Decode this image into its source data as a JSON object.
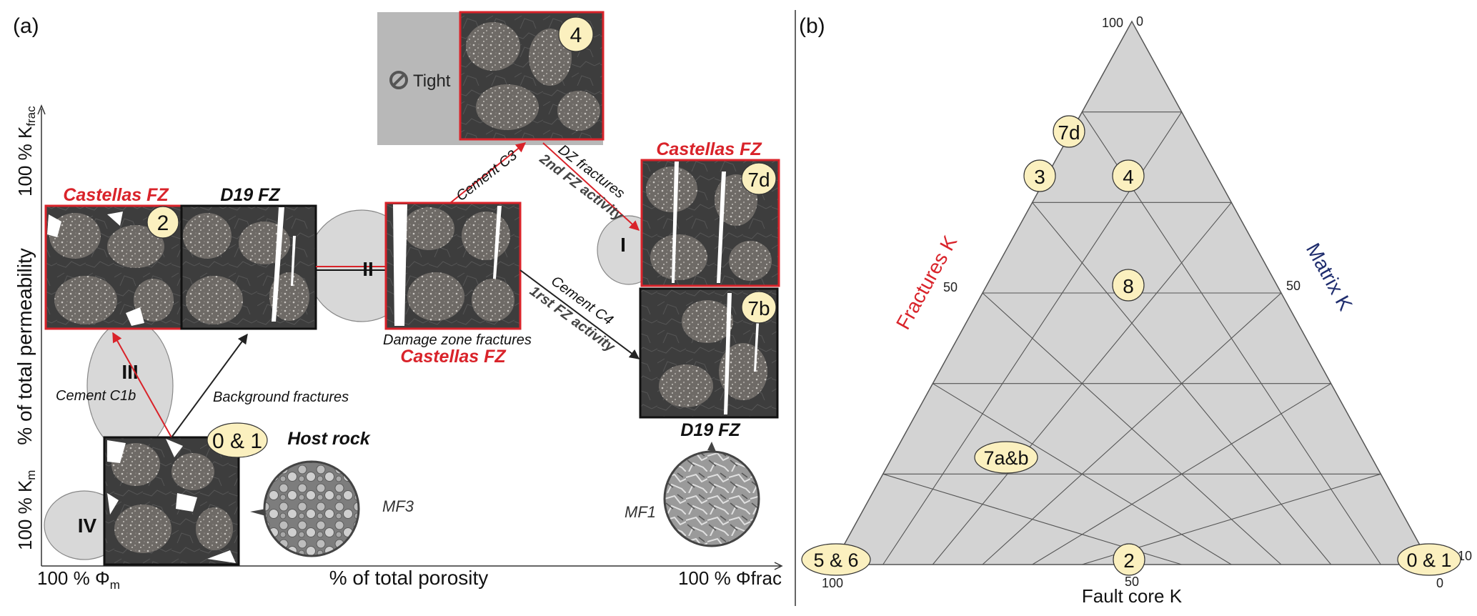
{
  "panel_a": {
    "label": "(a)",
    "axes": {
      "y_title": "% of total permeability",
      "y_top": "100 % K",
      "y_top_sub": "frac",
      "y_bottom": "100 % K",
      "y_bottom_sub": "m",
      "x_title": "% of total porosity",
      "x_left": "100 % Φ",
      "x_left_sub": "m",
      "x_right": "100 % Φfrac"
    },
    "regions": {
      "I": "I",
      "II": "II",
      "III": "III",
      "IV": "IV"
    },
    "tight_label": "Tight",
    "samples": {
      "s01": "0 & 1",
      "s2": "2",
      "s4": "4",
      "s7d": "7d",
      "s7b": "7b"
    },
    "titles": {
      "castellas_2": "Castellas FZ",
      "d19_top": "D19 FZ",
      "castellas_mid": "Castellas FZ",
      "castellas_7d": "Castellas FZ",
      "d19_7b": "D19 FZ",
      "host_rock": "Host rock"
    },
    "annotations": {
      "cement_c1b": "Cement C1b",
      "background_fractures": "Background fractures",
      "damage_zone_fractures": "Damage zone fractures",
      "cement_c3": "Cement C3",
      "dz_fractures": "DZ fractures",
      "fz2": "2nd FZ activity",
      "cement_c4": "Cement C4",
      "fz1": "1rst FZ activity",
      "mf3": "MF3",
      "mf1": "MF1"
    }
  },
  "panel_b": {
    "label": "(b)",
    "left_axis": "Fractures K",
    "right_axis": "Matrix K",
    "bottom_axis": "Fault core K",
    "ticks": {
      "apex_100": "100",
      "apex_0": "0",
      "left_50": "50",
      "right_50": "50",
      "bottom_50": "50",
      "bl_100": "100",
      "br_0": "0",
      "br_10": "10"
    },
    "markers": {
      "m7d": "7d",
      "m3": "3",
      "m4": "4",
      "m8": "8",
      "m7ab": "7a&b",
      "m56": "5 & 6",
      "m2": "2",
      "m01": "0 & 1"
    }
  },
  "colors": {
    "red": "#d9232a",
    "navy": "#1f2d6e",
    "triangle_fill": "#d3d3d3",
    "marker_fill": "#fbf0bf"
  }
}
